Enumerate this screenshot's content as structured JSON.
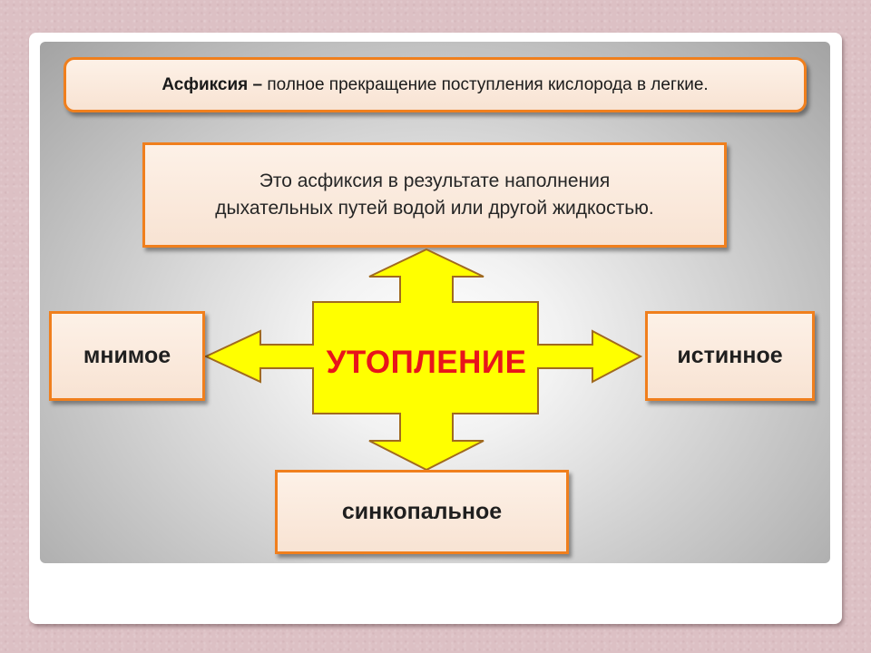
{
  "definition": {
    "term": "Асфиксия –",
    "text": "полное прекращение поступления кислорода в легкие."
  },
  "explanation": {
    "line1": "Это асфиксия в результате наполнения",
    "line2": "дыхательных путей водой или другой жидкостью."
  },
  "center": {
    "label": "УТОПЛЕНИЕ"
  },
  "types": {
    "left": "мнимое",
    "right": "истинное",
    "bottom": "синкопальное"
  },
  "colors": {
    "box_border": "#f07f1d",
    "box_fill": "#fdf1e7",
    "arrow_fill": "#ffff00",
    "arrow_stroke": "#a06a20",
    "center_text": "#e8141b"
  }
}
